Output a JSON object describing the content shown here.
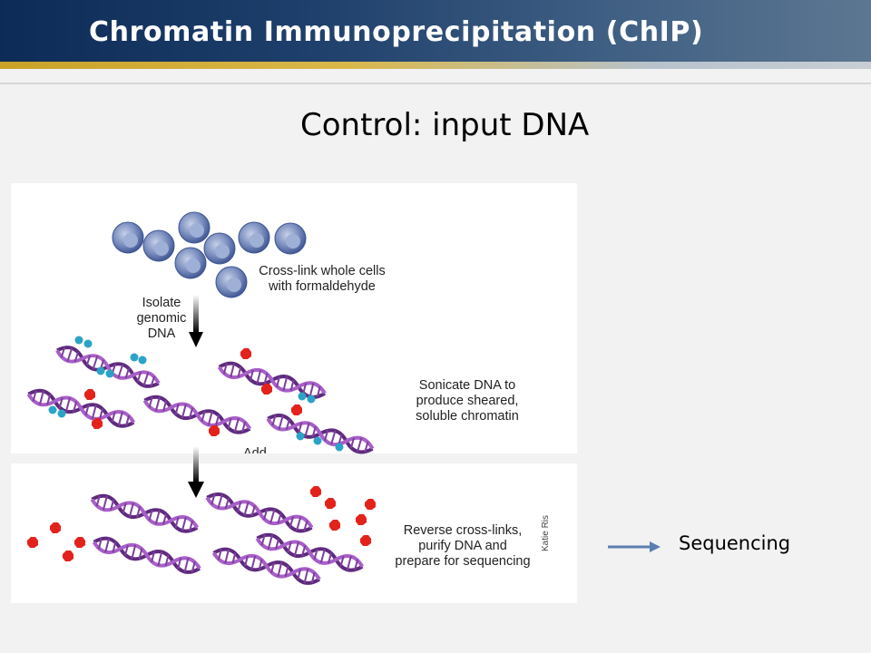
{
  "header": {
    "title": "Chromatin Immunoprecipitation (ChIP)"
  },
  "slide": {
    "subtitle": "Control: input DNA"
  },
  "diagram": {
    "step1": [
      "Cross-link whole cells",
      "with formaldehyde"
    ],
    "step2": [
      "Isolate",
      "genomic",
      "DNA"
    ],
    "step3": [
      "Sonicate DNA to",
      "produce sheared,",
      "soluble chromatin"
    ],
    "step_cut": "Add",
    "step4": [
      "Reverse cross-links,",
      "purify DNA and",
      "prepare for sequencing"
    ],
    "credit": "Katie Ris"
  },
  "next": {
    "label": "Sequencing"
  },
  "colors": {
    "header_dark": "#0d2b57",
    "gold_bar": "#c9a227",
    "dna": "#7d3f9b",
    "red_protein": "#e3221c",
    "blue_protein": "#2aa3c7",
    "cell": "#6f83b3",
    "arrow": "#5a7fb0"
  }
}
